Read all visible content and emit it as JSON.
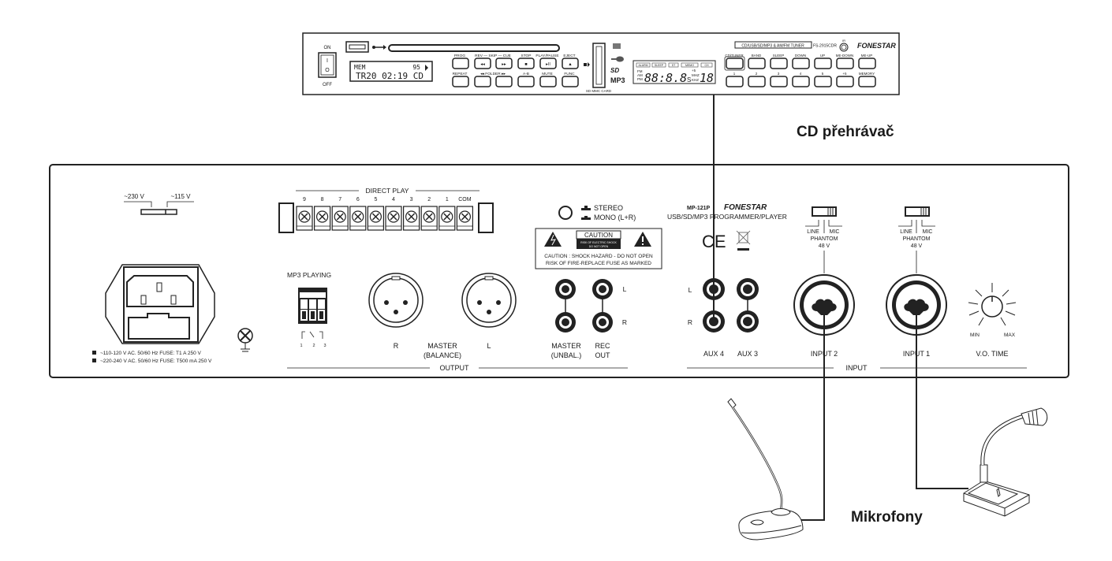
{
  "labels": {
    "cd_player": "CD přehrávač",
    "microphones": "Mikrofony"
  },
  "cd_unit": {
    "power": {
      "on": "ON",
      "off": "OFF",
      "on_glyph": "I",
      "off_glyph": "O"
    },
    "lcd": {
      "line1_left": "MEM",
      "line1_right": "95",
      "line2": "TR20 02:19 CD"
    },
    "buttons_top": [
      "PROG",
      "REV — SKIP — CUE",
      "STOP",
      "PLAY/PAUSE",
      "EJECT"
    ],
    "buttons_top_glyphs": [
      "",
      "◂◂",
      "▸▸",
      "■",
      "▸II",
      "▲"
    ],
    "buttons_bottom": [
      "REPEAT",
      "◂◂ FOLDER ▸▸",
      "A-B",
      "MUTE",
      "FUNC"
    ],
    "sd_label": "SD MMC CARD",
    "media_logos": [
      "CD",
      "USB",
      "SD",
      "MP3"
    ],
    "tuner_indicators": [
      "ALARM",
      "SLEEP",
      "ST",
      "MEMO",
      "CH"
    ],
    "tuner_bands": [
      "FM",
      "AM",
      "PM"
    ],
    "tuner_units": [
      "+5",
      "MHZ",
      "KHZ"
    ],
    "tuner_freq": "88:8.8",
    "tuner_s": "S",
    "tuner_ch": "18",
    "model_box": "CD/USB/SD/MP3 & AM/FM TUNER",
    "model": "FS-2915CDR",
    "ir": "IR",
    "brand": "FONESTAR",
    "tuner_buttons_top": [
      "CD/TUNER",
      "BAND",
      "SLEEP",
      "DOWN",
      "UP",
      "ME-DOWN",
      "ME-UP"
    ],
    "tuner_buttons_bottom": [
      "1",
      "2",
      "3",
      "4",
      "5",
      "+5",
      "MEMORY"
    ]
  },
  "rear_panel": {
    "voltage": {
      "v230": "~230 V",
      "v115": "~115 V"
    },
    "fuse_notes": [
      "~110-120 V AC. 50/60 Hz FUSE: T1 A 250 V",
      "~220-240 V AC. 50/60 Hz FUSE: T500 mA 250 V"
    ],
    "direct_play": {
      "title": "DIRECT PLAY",
      "terminals": [
        "9",
        "8",
        "7",
        "6",
        "5",
        "4",
        "3",
        "2",
        "1",
        "COM"
      ]
    },
    "mp3_playing": {
      "title": "MP3 PLAYING",
      "pins": [
        "1",
        "2",
        "3"
      ]
    },
    "stereo_mono": {
      "stereo": "STEREO",
      "mono": "MONO (L+R)"
    },
    "caution": {
      "title": "CAUTION",
      "sub1": "RISK OF ELECTRIC SHOCK",
      "sub2": "DO NOT OPEN",
      "line1": "CAUTION : SHOCK HAZARD - DO NOT OPEN",
      "line2": "RISK OF FIRE-REPLACE FUSE AS MARKED"
    },
    "model": "MP-121P",
    "brand": "FONESTAR",
    "description": "USB/SD/MP3 PROGRAMMER/PLAYER",
    "ce": "CE",
    "output": {
      "title": "OUTPUT",
      "xlr_r": "R",
      "xlr_l": "L",
      "master_balance": [
        "MASTER",
        "(BALANCE)"
      ],
      "master_unbal": [
        "MASTER",
        "(UNBAL.)"
      ],
      "rec_out": [
        "REC",
        "OUT"
      ],
      "rca_l": "L",
      "rca_r": "R"
    },
    "input": {
      "title": "INPUT",
      "aux_l": "L",
      "aux_r": "R",
      "aux4": "AUX 4",
      "aux3": "AUX 3",
      "switch_line": "LINE",
      "switch_mic": "MIC",
      "phantom": "PHANTOM",
      "phantom_v": "48 V",
      "input2": "INPUT 2",
      "input1": "INPUT 1",
      "vo_min": "MIN",
      "vo_max": "MAX",
      "vo_time": "V.O. TIME"
    }
  }
}
